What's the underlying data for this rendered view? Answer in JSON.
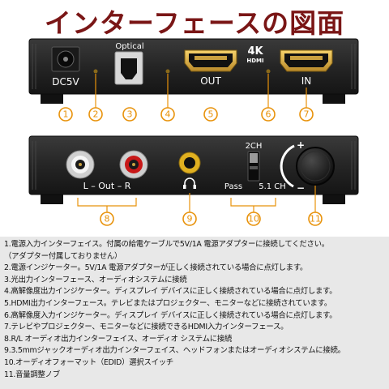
{
  "title": "インターフェースの図面",
  "top_panel": {
    "dc_label": "DC5V",
    "optical_label": "Optical",
    "hdmi_logo_top": "4K",
    "hdmi_logo_bottom": "HDMI",
    "out_label": "OUT",
    "in_label": "IN"
  },
  "bottom_panel": {
    "rca_label": "L – Out – R",
    "switch_top_label": "2CH",
    "switch_left_label": "Pass",
    "switch_right_label": "5.1 CH",
    "knob_plus": "+",
    "knob_minus": "−"
  },
  "callouts": [
    "①",
    "②",
    "③",
    "④",
    "⑤",
    "⑥",
    "⑦",
    "⑧",
    "⑨",
    "⑩",
    "⑪"
  ],
  "legend": [
    "1.電源入力インターフェイス。付属の給電ケーブルで5V/1A 電源アダプターに接続してください。",
    "（アダプター付属しておりません）",
    "2.電源インジケーター。5V/1A 電源アダプターが正しく接続されている場合に点灯します。",
    "3.光出力インターフェース、オーディオシステムに接続",
    "4.高解像度出力インジケーター。ディスプレイ デバイスに正しく接続されている場合に点灯します。",
    "5.HDMI出力インターフェース。テレビまたはプロジェクター、モニターなどに接続されています。",
    "6.高解像度入力インジケーター。ディスプレイ デバイスに正しく接続されている場合に点灯します。",
    "7.テレビやプロジェクター、モニターなどに接続できるHDMI入力インターフェース。",
    "8.R/L オーディオ出力インターフェイス、オーディオ システムに接続",
    "9.3.5mmジャックオーディオ出力インターフェイス、ヘッドフォンまたはオーディオシステムに接続。",
    "10.オーディオフォーマット（EDID）選択スイッチ",
    "11.音量調整ノブ"
  ],
  "colors": {
    "title": "#7a1616",
    "callout": "#e8920a",
    "device_body": "#262626",
    "legend_bg": "#e8e8e8"
  }
}
